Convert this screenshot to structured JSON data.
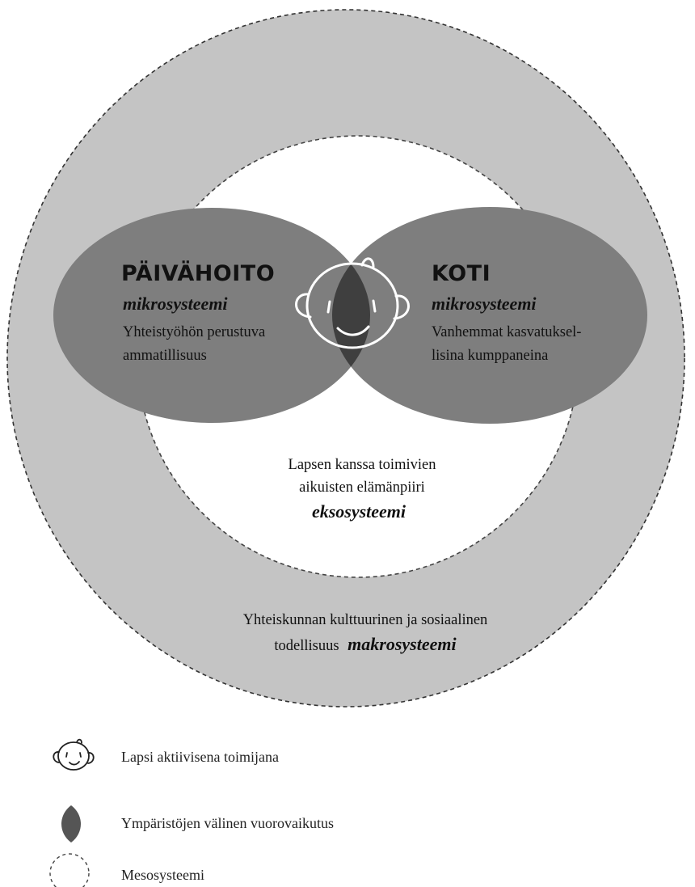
{
  "diagram": {
    "left_ellipse": {
      "heading": "PÄIVÄHOITO",
      "subtitle": "mikrosysteemi",
      "line1": "Yhteistyöhön perustuva",
      "line2": "ammatillisuus"
    },
    "right_ellipse": {
      "heading": "KOTI",
      "subtitle": "mikrosysteemi",
      "line1": "Vanhemmat kasvatuksel-",
      "line2": "lisina kumppaneina"
    },
    "inner_circle": {
      "line1": "Lapsen kanssa toimivien",
      "line2": "aikuisten elämänpiiri",
      "emphasis": "eksosysteemi"
    },
    "outer_ring": {
      "line1": "Yhteiskunnan kulttuurinen ja sosiaalinen",
      "line2": "todellisuus",
      "emphasis": "makrosysteemi"
    }
  },
  "legend": [
    {
      "icon": "child-face-icon",
      "label": "Lapsi aktiivisena toimijana"
    },
    {
      "icon": "lens-icon",
      "label": "Ympäristöjen välinen vuorovaikutus"
    },
    {
      "icon": "dashed-circle-icon",
      "label": "Mesosysteemi"
    }
  ],
  "colors": {
    "outer_ring": "#c4c4c4",
    "ellipse": "#7e7e7e",
    "lens": "#3f3f3f",
    "text_dark": "#1a1a1a",
    "face_stroke": "#ffffff"
  }
}
